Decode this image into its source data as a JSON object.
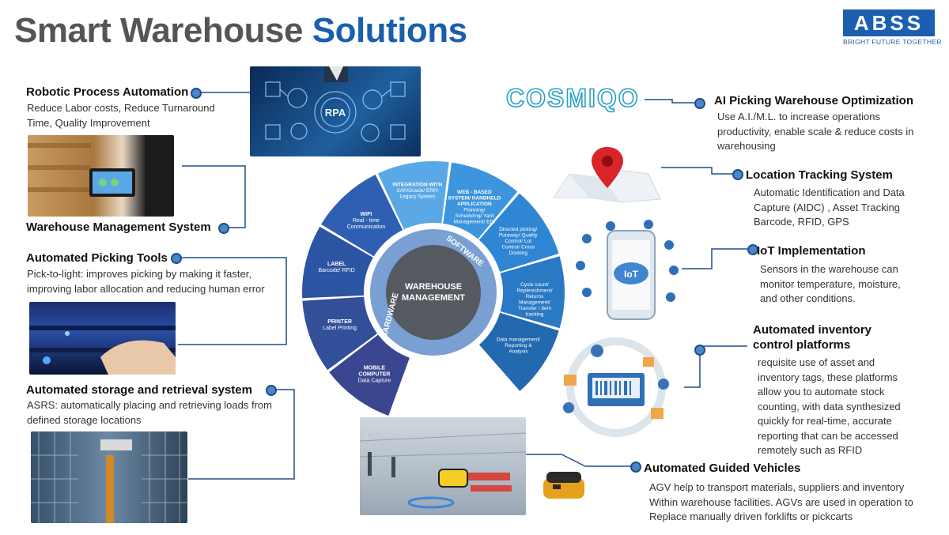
{
  "header": {
    "title_part1": "Smart Warehouse",
    "title_part2": "Solutions",
    "logo_text": "ABSS",
    "logo_tagline": "BRIGHT FUTURE TOGETHER"
  },
  "left": {
    "rpa": {
      "title": "Robotic Process Automation",
      "desc": "Reduce Labor costs, Reduce Turnaround Time, Quality Improvement",
      "image_label": "RPA"
    },
    "wms": {
      "title": "Warehouse Management System"
    },
    "picking": {
      "title": "Automated Picking Tools",
      "desc": "Pick-to-light: improves picking by making it faster, improving labor allocation and reducing human error"
    },
    "asrs": {
      "title": "Automated storage and retrieval system",
      "desc": "ASRS: automatically placing and retrieving loads from defined storage locations"
    }
  },
  "right": {
    "cosmiqo_logo": "COSMIQO",
    "ai": {
      "title": "AI Picking Warehouse Optimization",
      "desc": "Use A.I./M.L. to increase operations productivity, enable scale & reduce costs in warehousing"
    },
    "location": {
      "title": "Location Tracking System",
      "desc": "Automatic Identification and Data Capture (AIDC) , Asset Tracking Barcode, RFID, GPS"
    },
    "iot": {
      "title": "IoT Implementation",
      "desc": "Sensors in the warehouse can monitor temperature, moisture, and other conditions.",
      "phone_label": "IoT"
    },
    "inventory": {
      "title": "Automated inventory control platforms",
      "desc": "requisite use of asset and inventory tags, these platforms allow you to automate stock counting, with data synthesized quickly for real-time, accurate reporting that can be accessed remotely such as RFID"
    },
    "agv": {
      "title": "Automated Guided Vehicles",
      "desc": "AGV help to transport materials, suppliers and inventory Within warehouse facilities. AGVs are used in operation to Replace manually driven forklifts or pickcarts"
    }
  },
  "wheel": {
    "center_line1": "WAREHOUSE",
    "center_line2": "MANAGEMENT",
    "ring_software": "SOFTWARE",
    "ring_hardware": "HARDWARE",
    "software": [
      {
        "title": "INTEGRATION WITH",
        "sub": "SAP/Oracle/ ERP/ Legacy System"
      },
      {
        "title": "WEB - BASED SYSTEM/ HANDHELD APPLICATION",
        "sub": "Planning/ Scheduling/ Yard Management/ EDI"
      },
      {
        "title": "",
        "sub": "Directed picking/ Putaway/ Quality Control/ Lot Control/ Cross Docking"
      },
      {
        "title": "",
        "sub": "Cycle count/ Replenishment/ Returns Management/ Transfer / Item tracking"
      },
      {
        "title": "",
        "sub": "Data management/ Reporting & Analysis"
      }
    ],
    "hardware": [
      {
        "title": "WIFI",
        "sub": "Real - time Communication"
      },
      {
        "title": "LABEL",
        "sub": "Barcode/ RFID"
      },
      {
        "title": "PRINTER",
        "sub": "Label Printing"
      },
      {
        "title": "MOBILE COMPUTER",
        "sub": "Data Capture"
      }
    ]
  },
  "colors": {
    "accent": "#1a5fae",
    "title_gray": "#555555",
    "dot": "#4a86c8",
    "line": "#1e4f8c"
  }
}
